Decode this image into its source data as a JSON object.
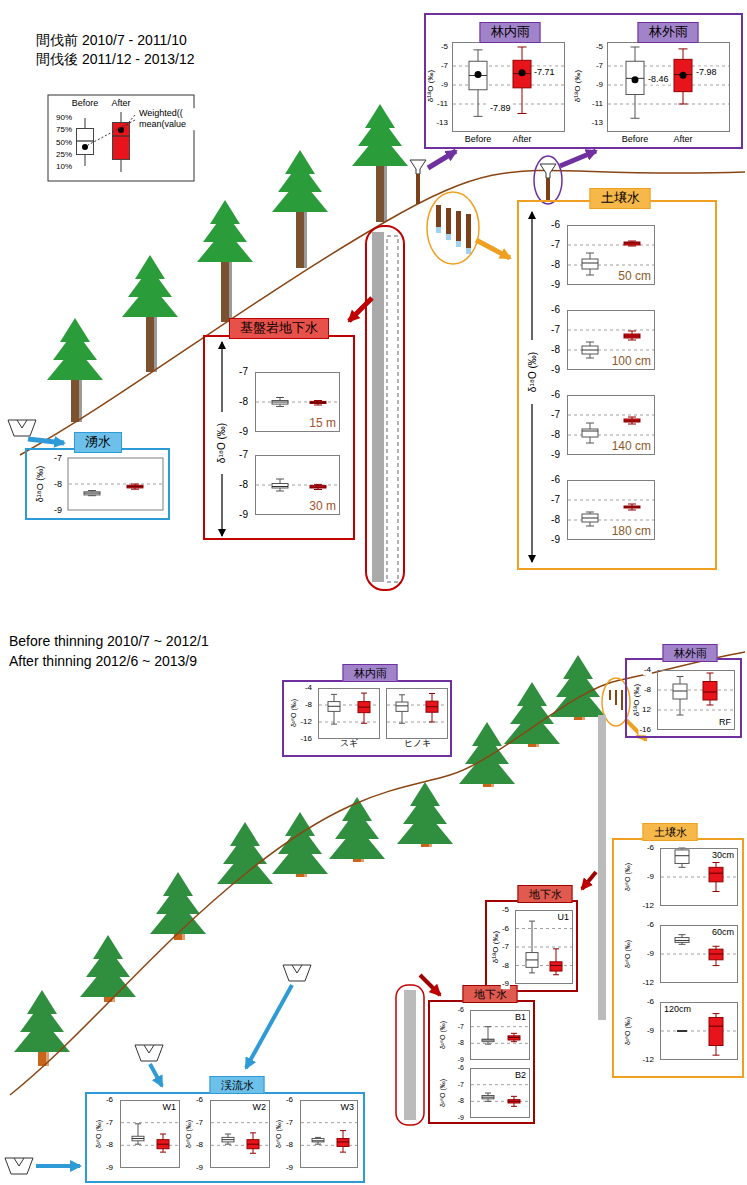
{
  "diagram": {
    "nodes": [
      {
        "text": [
          "林内雨"
        ]
      },
      {
        "text": [
          "林外雨"
        ]
      },
      {
        "text": [
          "土壌水"
        ]
      },
      {
        "text": [
          "50 cm"
        ],
        "in": 2
      },
      {
        "text": [
          "100 cm"
        ],
        "in": 2
      },
      {
        "text": [
          "140 cm"
        ],
        "in": 2
      },
      {
        "text": [
          "180 cm"
        ],
        "in": 2
      },
      {
        "text": [
          "基盤岩地下水"
        ]
      },
      {
        "text": [
          "15 m"
        ],
        "in": 7
      },
      {
        "text": [
          "30 m"
        ],
        "in": 7
      },
      {
        "text": [
          "湧水"
        ]
      },
      {
        "text": [
          "林内雨"
        ]
      },
      {
        "text": [
          "スギ"
        ],
        "in": 11
      },
      {
        "text": [
          "ヒノキ"
        ],
        "in": 11
      },
      {
        "text": [
          "林外雨"
        ]
      },
      {
        "text": [
          "RF"
        ],
        "in": 14
      },
      {
        "text": [
          "土壌水"
        ]
      },
      {
        "text": [
          "30cm"
        ],
        "in": 16
      },
      {
        "text": [
          "60cm"
        ],
        "in": 16
      },
      {
        "text": [
          "120cm"
        ],
        "in": 16
      },
      {
        "text": [
          "地下水"
        ]
      },
      {
        "text": [
          "U1"
        ],
        "in": 20
      },
      {
        "text": [
          "地下水"
        ]
      },
      {
        "text": [
          "B1"
        ],
        "in": 22
      },
      {
        "text": [
          "B2"
        ],
        "in": 22
      },
      {
        "text": [
          "渓流水"
        ]
      },
      {
        "text": [
          "W1"
        ],
        "in": 25
      },
      {
        "text": [
          "W2"
        ],
        "in": 25
      },
      {
        "text": [
          "W3"
        ],
        "in": 25
      }
    ],
    "labels": [
      "間伐前 2010/7 - 2011/10",
      "間伐後 2011/12 - 2013/12",
      "90%",
      "75%",
      "50%",
      "25%",
      "10%",
      "Weighted(( mean(value",
      "-5",
      "-7",
      "-9",
      "-11",
      "-13",
      "δ¹⁸O (‰)",
      "-7.89",
      "-7.71",
      "Before",
      "After",
      "-5",
      "-7",
      "-9",
      "-11",
      "-13",
      "δ¹⁸O (‰)",
      "-8.46",
      "-7.98",
      "Before",
      "After",
      "-6",
      "-7",
      "-8",
      "-9",
      "-6",
      "-7",
      "-8",
      "-9",
      "-6",
      "-7",
      "-8",
      "-9",
      "-6",
      "-7",
      "-8",
      "-9",
      "δ¹⁸O (‰)",
      "-7",
      "-8",
      "-9",
      "-7",
      "-8",
      "-9",
      "δ¹⁸O (‰)",
      "-7",
      "-8",
      "-9",
      "δ¹⁸O (‰)",
      "Before thinning 2010/7 ~ 2012/1",
      "After thinning 2012/6 ~ 2013/9",
      "-4",
      "-8",
      "-12",
      "-16",
      "δ¹⁸O (‰)",
      "-4",
      "-8",
      "-12",
      "-16",
      "δ¹⁸O (‰)",
      "-6",
      "-9",
      "-12",
      "-6",
      "-9",
      "-12",
      "-6",
      "-9",
      "-12",
      "δ¹⁸O (‰)",
      "δ¹⁸O (‰)",
      "δ¹⁸O (‰)",
      "-5",
      "-6",
      "-7",
      "-8",
      "-9",
      "δ¹⁸O (‰)",
      "-6",
      "-7",
      "-8",
      "-9",
      "-6",
      "-7",
      "-8",
      "-9",
      "δ¹⁸O (‰)",
      "δ¹⁸O (‰)",
      "-6",
      "-7",
      "-8",
      "-9",
      "-6",
      "-7",
      "-8",
      "-9",
      "-6",
      "-7",
      "-8",
      "-9",
      "δ¹⁸O (‰)",
      "δ¹⁸O (‰)",
      "δ¹⁸O (‰)"
    ],
    "legend": [
      {
        "text": "Before",
        "color": "#ffffff"
      },
      {
        "text": "After",
        "color": "#e8141b"
      }
    ]
  }
}
